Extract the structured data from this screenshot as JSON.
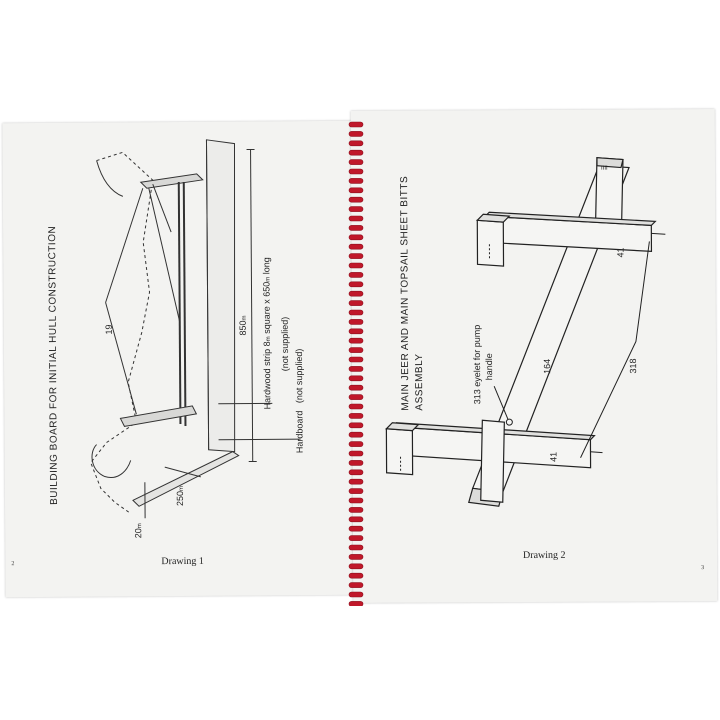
{
  "left_page": {
    "title": "BUILDING BOARD FOR INITIAL HULL CONSTRUCTION",
    "labels": {
      "dim_19": "19",
      "dim_850": "850",
      "dim_850_unit": "m",
      "hardwood": "Hardwood strip 8",
      "hardwood_2": "square x 650",
      "hardwood_3": "long",
      "hardwood_note": "(not supplied)",
      "hardboard": "Hardboard",
      "hardboard_note": "(not supplied)",
      "dim_250": "250",
      "dim_250_unit": "m",
      "dim_20": "20",
      "dim_20_unit": "m"
    },
    "caption": "Drawing 1",
    "page_number": "2"
  },
  "right_page": {
    "title": "MAIN JEER AND MAIN TOPSAIL SHEET BITTS",
    "title_line2": "ASSEMBLY",
    "labels": {
      "eyelet": "313 eyelet for pump",
      "eyelet_2": "handle",
      "dim_164": "164",
      "dim_318": "318",
      "dim_41_top": "41",
      "dim_41_bottom": "41"
    },
    "caption": "Drawing 2",
    "page_number": "3"
  },
  "colors": {
    "paper": "#f3f3f1",
    "spiral": "#c0182a",
    "ink": "#222222"
  }
}
